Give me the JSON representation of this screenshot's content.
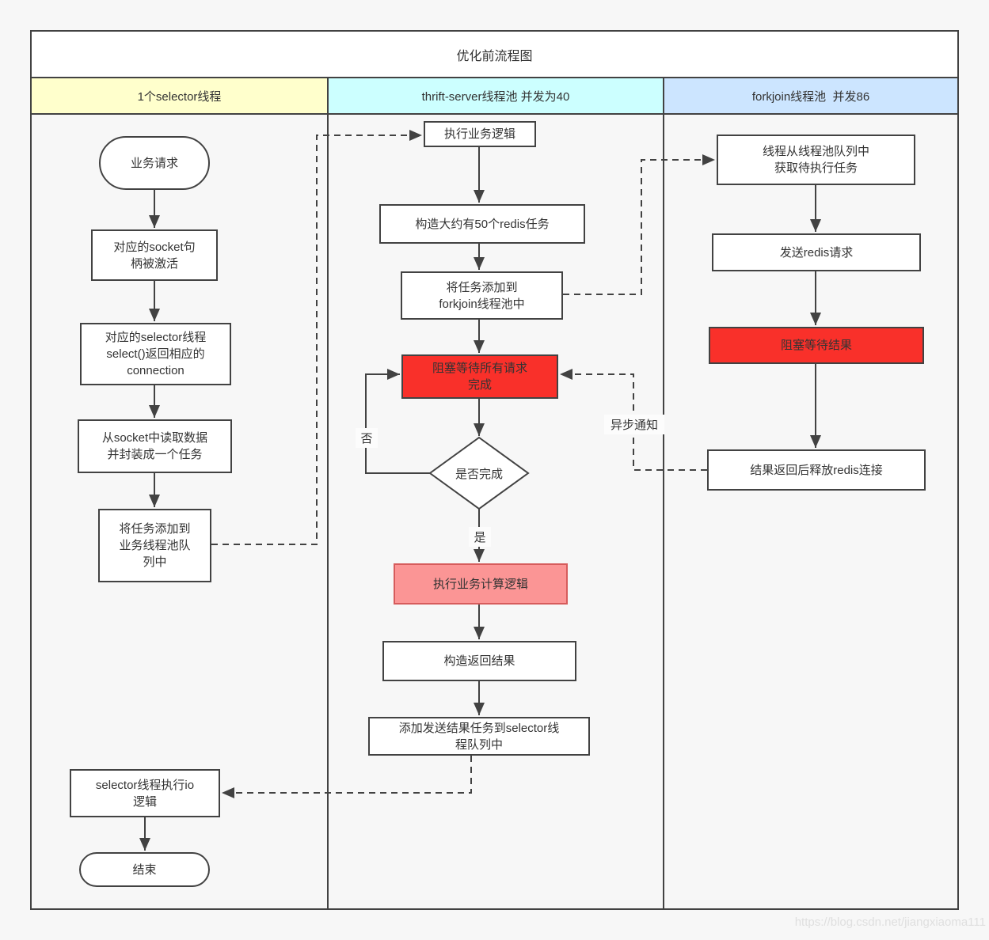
{
  "title": "优化前流程图",
  "watermark": "https://blog.csdn.net/jiangxiaoma111",
  "lanes": [
    {
      "label": "1个selector线程"
    },
    {
      "label": "thrift-server线程池 并发为40"
    },
    {
      "label": "forkjoin线程池  并发86"
    }
  ],
  "nodes": {
    "start": "业务请求",
    "socket_activated": "对应的socket句\n柄被激活",
    "selector_select": "对应的selector线程\nselect()返回相应的\nconnection",
    "read_socket": "从socket中读取数据\n并封装成一个任务",
    "add_task_queue": "将任务添加到\n业务线程池队\n列中",
    "selector_io": "selector线程执行io\n逻辑",
    "end": "结束",
    "exec_logic": "执行业务逻辑",
    "build_redis_tasks": "构造大约有50个redis任务",
    "add_to_forkjoin": "将任务添加到\nforkjoin线程池中",
    "block_wait_all": "阻塞等待所有请求\n完成",
    "is_done": "是否完成",
    "exec_compute": "执行业务计算逻辑",
    "build_result": "构造返回结果",
    "add_result_task": "添加发送结果任务到selector线\n程队列中",
    "fetch_task": "线程从线程池队列中\n获取待执行任务",
    "send_redis": "发送redis请求",
    "block_wait_result": "阻塞等待结果",
    "release_redis": "结果返回后释放redis连接"
  },
  "edge_labels": {
    "no": "否",
    "yes": "是",
    "async_notify": "异步通知"
  },
  "colors": {
    "lane1_header": "#FFFFCC",
    "lane2_header": "#CCFFFF",
    "lane3_header": "#CCE5FF",
    "red_fill": "#F9302A",
    "pink_fill": "#FB9595",
    "stroke": "#424242",
    "canvas_bg": "#F7F7F7"
  }
}
